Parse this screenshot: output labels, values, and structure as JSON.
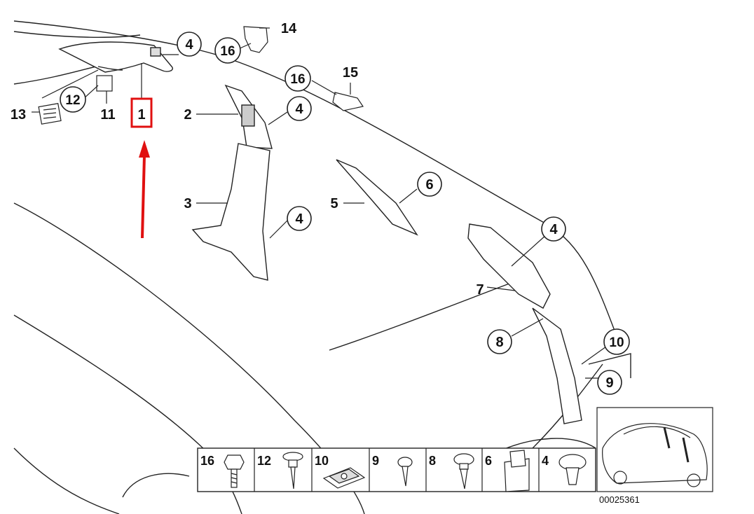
{
  "callouts": [
    {
      "id": "c1",
      "text": "1",
      "style": "boxed-highlight"
    },
    {
      "id": "c2",
      "text": "2",
      "style": "plain"
    },
    {
      "id": "c3",
      "text": "3",
      "style": "plain"
    },
    {
      "id": "c4a",
      "text": "4",
      "style": "circled"
    },
    {
      "id": "c4b",
      "text": "4",
      "style": "circled"
    },
    {
      "id": "c4c",
      "text": "4",
      "style": "circled"
    },
    {
      "id": "c4d",
      "text": "4",
      "style": "circled"
    },
    {
      "id": "c5",
      "text": "5",
      "style": "plain"
    },
    {
      "id": "c6",
      "text": "6",
      "style": "circled"
    },
    {
      "id": "c7",
      "text": "7",
      "style": "plain"
    },
    {
      "id": "c8",
      "text": "8",
      "style": "circled"
    },
    {
      "id": "c9",
      "text": "9",
      "style": "circled"
    },
    {
      "id": "c10",
      "text": "10",
      "style": "circled"
    },
    {
      "id": "c11",
      "text": "11",
      "style": "plain"
    },
    {
      "id": "c12",
      "text": "12",
      "style": "circled"
    },
    {
      "id": "c13",
      "text": "13",
      "style": "plain"
    },
    {
      "id": "c14",
      "text": "14",
      "style": "plain"
    },
    {
      "id": "c15",
      "text": "15",
      "style": "plain"
    },
    {
      "id": "c16a",
      "text": "16",
      "style": "circled"
    },
    {
      "id": "c16b",
      "text": "16",
      "style": "circled"
    }
  ],
  "fastener_table": [
    {
      "num": "16",
      "part": "hex-bolt"
    },
    {
      "num": "12",
      "part": "screw-washer"
    },
    {
      "num": "10",
      "part": "clip-nut"
    },
    {
      "num": "9",
      "part": "small-screw"
    },
    {
      "num": "8",
      "part": "flange-screw"
    },
    {
      "num": "6",
      "part": "spring-clip"
    },
    {
      "num": "4",
      "part": "push-clip"
    }
  ],
  "drawing_number": "00025361",
  "highlight_color": "#e01010"
}
